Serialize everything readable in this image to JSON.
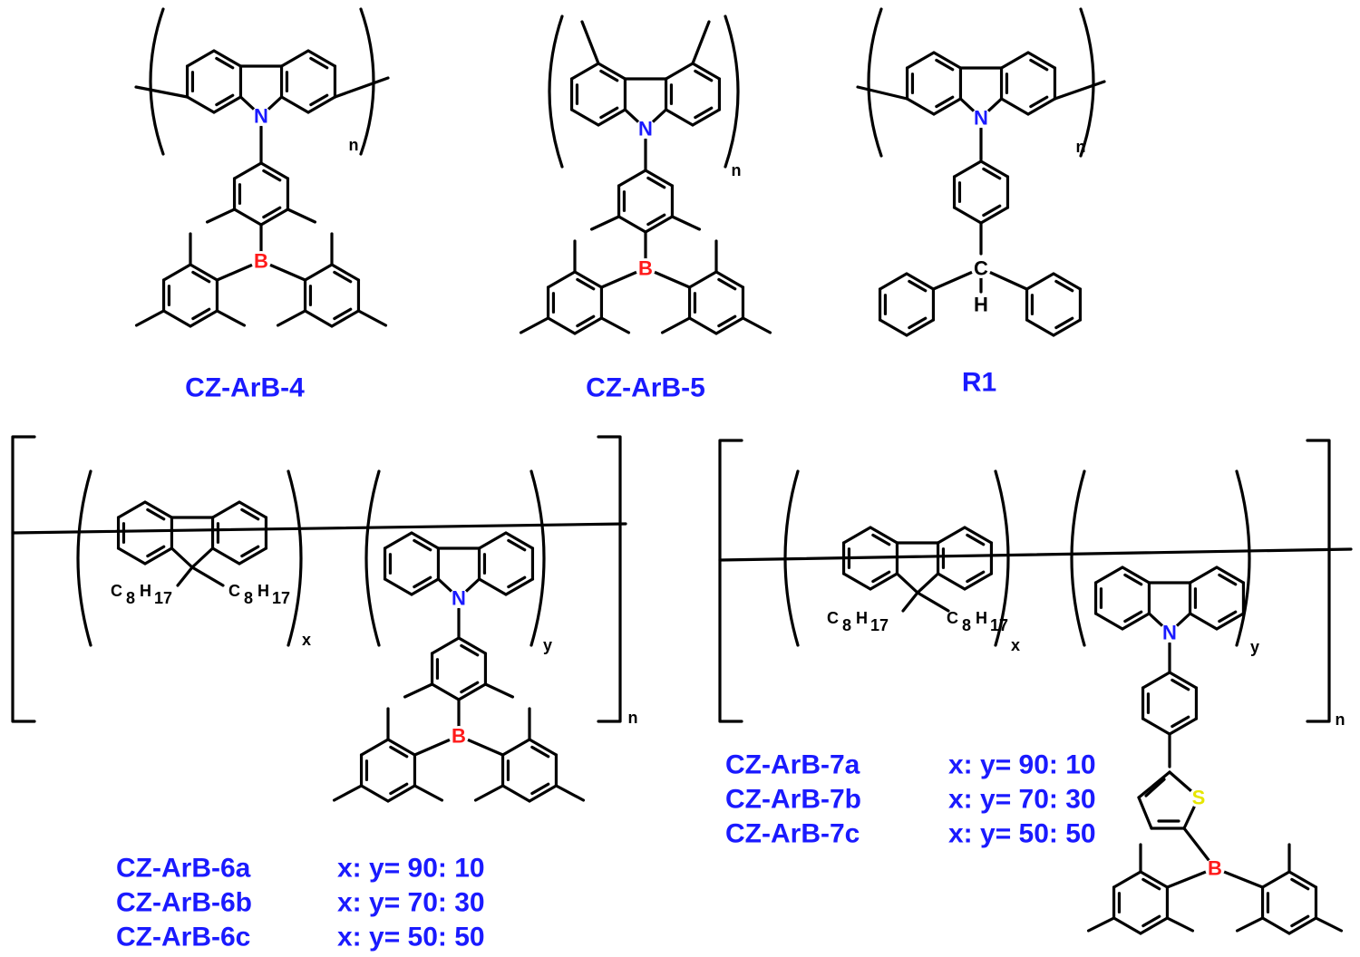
{
  "colors": {
    "label": "#1a1aff",
    "nitrogen": "#1a1aff",
    "boron": "#ff1a1a",
    "sulfur": "#e6e600",
    "bond": "#000000"
  },
  "atoms": {
    "N": "N",
    "B": "B",
    "S": "S",
    "C": "C",
    "H": "H"
  },
  "repeat": {
    "n": "n",
    "x": "x",
    "y": "y"
  },
  "substituents": {
    "C8": "C",
    "C8_sub": "8",
    "H17": "H",
    "H17_sub": "17"
  },
  "compounds": {
    "cz_arb_4": "CZ-ArB-4",
    "cz_arb_5": "CZ-ArB-5",
    "r1": "R1",
    "cz_arb_6a": "CZ-ArB-6a",
    "cz_arb_6b": "CZ-ArB-6b",
    "cz_arb_6c": "CZ-ArB-6c",
    "cz_arb_7a": "CZ-ArB-7a",
    "cz_arb_7b": "CZ-ArB-7b",
    "cz_arb_7c": "CZ-ArB-7c"
  },
  "ratios": {
    "r_90_10": "x: y= 90: 10",
    "r_70_30": "x: y= 70: 30",
    "r_50_50": "x: y= 50: 50"
  }
}
